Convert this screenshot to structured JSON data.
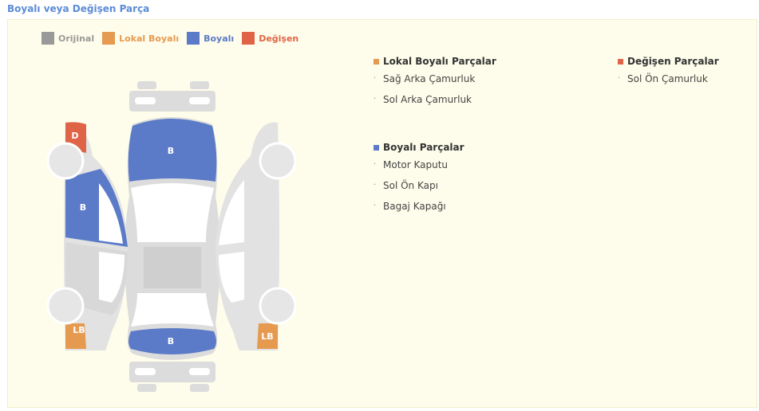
{
  "title": "Boyalı veya Değişen Parça",
  "legend": [
    {
      "label": "Orijinal",
      "color": "#999999"
    },
    {
      "label": "Lokal Boyalı",
      "color": "#e59a50"
    },
    {
      "label": "Boyalı",
      "color": "#5b7ac7"
    },
    {
      "label": "Değişen",
      "color": "#df6447"
    }
  ],
  "car_marks": {
    "hood": "B",
    "trunk": "B",
    "front_left_fender": "D",
    "front_left_door": "B",
    "rear_left_fender": "LB",
    "rear_right_fender": "LB"
  },
  "groups": {
    "lokal": {
      "title": "Lokal Boyalı Parçalar",
      "color": "#e59a50",
      "items": [
        "Sağ Arka Çamurluk",
        "Sol Arka Çamurluk"
      ]
    },
    "degisen": {
      "title": "Değişen Parçalar",
      "color": "#df6447",
      "items": [
        "Sol Ön Çamurluk"
      ]
    },
    "boyali": {
      "title": "Boyalı Parçalar",
      "color": "#5b7ac7",
      "items": [
        "Motor Kaputu",
        "Sol Ön Kapı",
        "Bagaj Kapağı"
      ]
    }
  }
}
